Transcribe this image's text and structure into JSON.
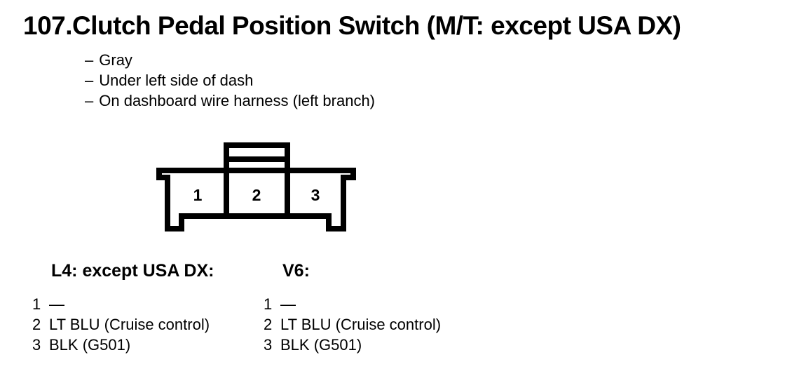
{
  "page": {
    "background": "#ffffff",
    "ink": "#000000"
  },
  "heading": {
    "number": "107.",
    "title": "Clutch Pedal Position Switch (M/T: except USA DX)"
  },
  "notes": {
    "dash": "–",
    "items": [
      "Gray",
      "Under left side of dash",
      "On dashboard wire harness (left branch)"
    ]
  },
  "connector": {
    "description": "3-cavity connector, front view with top latch",
    "pins": [
      "1",
      "2",
      "3"
    ]
  },
  "pinouts": [
    {
      "heading": "L4: except USA DX:",
      "rows": [
        {
          "pin": "1",
          "wire": "—"
        },
        {
          "pin": "2",
          "wire": "LT BLU (Cruise control)"
        },
        {
          "pin": "3",
          "wire": "BLK (G501)"
        }
      ]
    },
    {
      "heading": "V6:",
      "rows": [
        {
          "pin": "1",
          "wire": "—"
        },
        {
          "pin": "2",
          "wire": "LT BLU (Cruise control)"
        },
        {
          "pin": "3",
          "wire": "BLK (G501)"
        }
      ]
    }
  ]
}
